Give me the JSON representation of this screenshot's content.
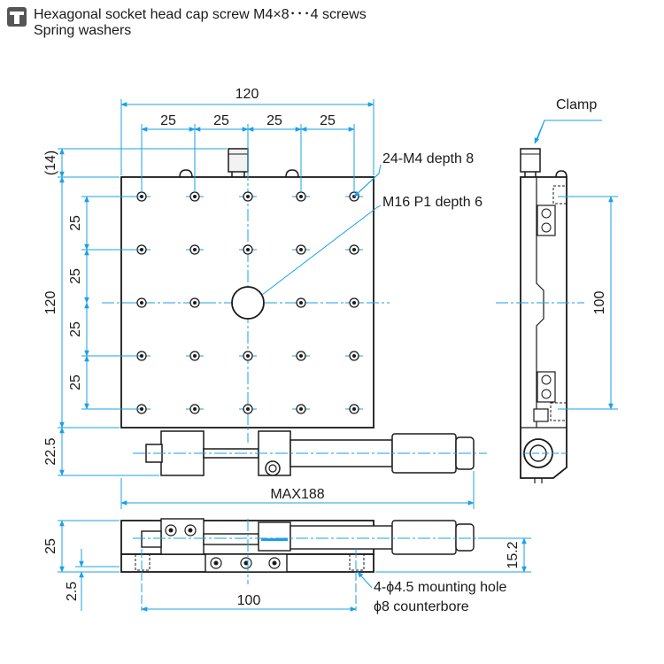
{
  "notes": {
    "line1": "Hexagonal socket head cap screw M4×8･･･4 screws",
    "line2": "Spring washers"
  },
  "icon": "screw-icon",
  "colors": {
    "dimension": "#1aa0e6",
    "outline": "#1a1a1a",
    "background": "#ffffff"
  },
  "labels": {
    "clamp": "Clamp",
    "tapped_holes": "24-M4 depth 8",
    "center_hole": "M16 P1 depth 6",
    "mounting_hole": "4-ϕ4.5 mounting hole",
    "counterbore": "ϕ8 counterbore"
  },
  "dims": {
    "width_120": "120",
    "pitch_h1": "25",
    "pitch_h2": "25",
    "pitch_h3": "25",
    "pitch_h4": "25",
    "top_14": "(14)",
    "height_120": "120",
    "pitch_v1": "25",
    "pitch_v2": "25",
    "pitch_v3": "25",
    "pitch_v4": "25",
    "side_100": "100",
    "knob_22_5": "22.5",
    "max_188": "MAX188",
    "front_25": "25",
    "front_2_5": "2.5",
    "bottom_100": "100",
    "height_15_2": "15.2"
  }
}
